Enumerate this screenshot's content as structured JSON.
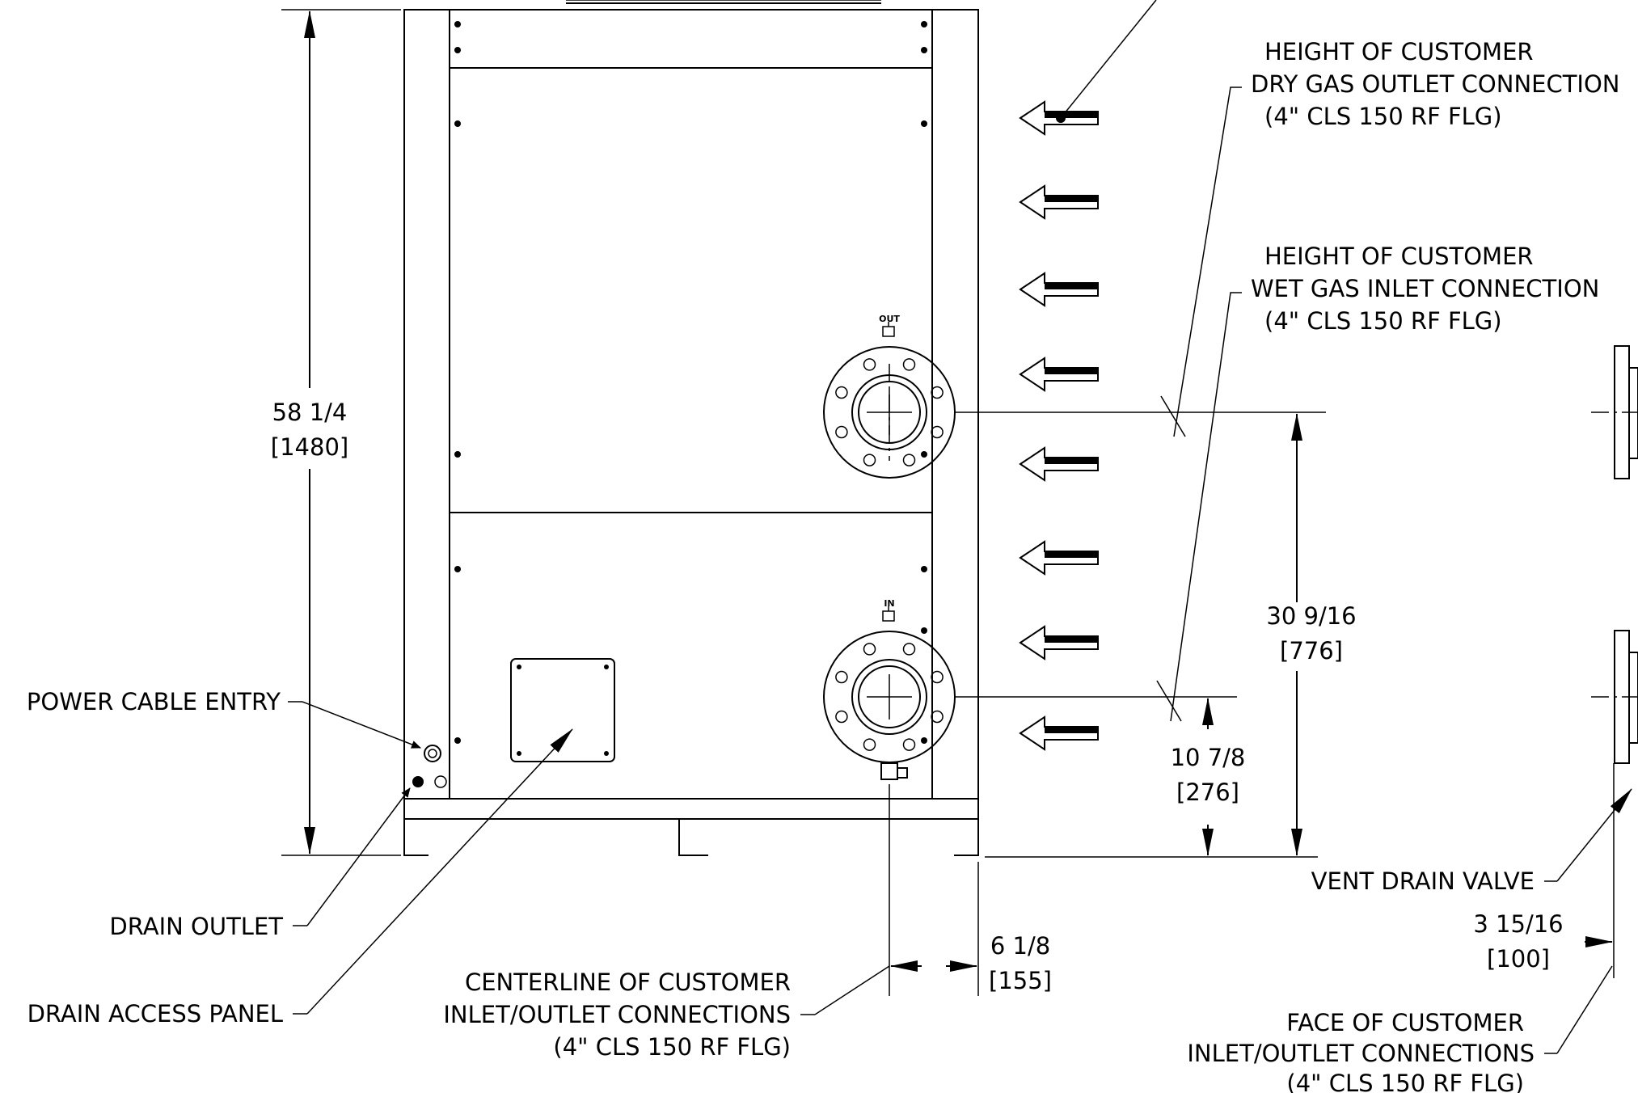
{
  "labels": {
    "dry_outlet": [
      "HEIGHT OF CUSTOMER",
      "DRY GAS OUTLET CONNECTION",
      "(4\" CLS 150 RF FLG)"
    ],
    "wet_inlet": [
      "HEIGHT OF CUSTOMER",
      "WET GAS INLET CONNECTION",
      "(4\" CLS 150 RF FLG)"
    ],
    "power_cable": "POWER CABLE ENTRY",
    "drain_outlet": "DRAIN OUTLET",
    "drain_access": "DRAIN ACCESS PANEL",
    "centerline": [
      "CENTERLINE OF CUSTOMER",
      "INLET/OUTLET CONNECTIONS",
      "(4\" CLS 150 RF FLG)"
    ],
    "vent_drain": "VENT DRAIN VALVE",
    "face": [
      "FACE OF CUSTOMER",
      "INLET/OUTLET CONNECTIONS",
      "(4\" CLS 150 RF FLG)"
    ],
    "out_tag": "OUT",
    "in_tag": "IN"
  },
  "dimensions": {
    "overall_height": [
      "58 1/4",
      "[1480]"
    ],
    "outlet_height": [
      "30 9/16",
      "[776]"
    ],
    "inlet_height": [
      "10 7/8",
      "[276]"
    ],
    "centerline_offset": [
      "6 1/8",
      "[155]"
    ],
    "face_offset": [
      "3 15/16",
      "[100]"
    ]
  },
  "airflow_arrow_count": 8,
  "line_color": "#000000"
}
